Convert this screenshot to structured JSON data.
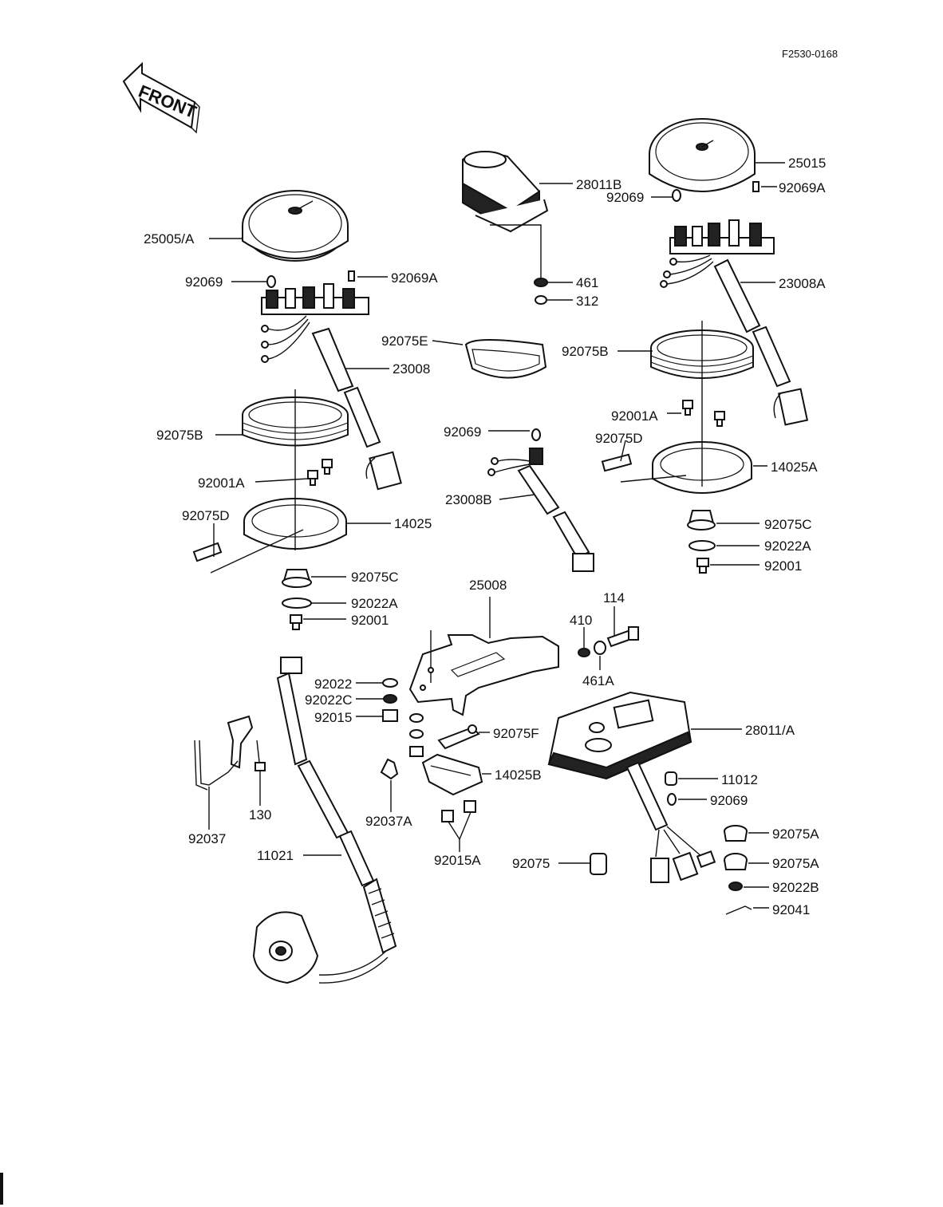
{
  "drawing_code": "F2530-0168",
  "front_arrow": {
    "text": "FRONT",
    "icon": "front-arrow-icon"
  },
  "labels": {
    "p28011B": "28011B",
    "p461": "461",
    "p312": "312",
    "p92075E": "92075E",
    "p25015": "25015",
    "p92069_r": "92069",
    "p92069A_r": "92069A",
    "p23008A": "23008A",
    "p92075B_r": "92075B",
    "p92001A_r": "92001A",
    "p92075D_r": "92075D",
    "p14025A": "14025A",
    "p92075C_r": "92075C",
    "p92022A_r": "92022A",
    "p92001_r": "92001",
    "p25005A": "25005/A",
    "p92069_l": "92069",
    "p92069A_l": "92069A",
    "p23008": "23008",
    "p92075B_l": "92075B",
    "p92001A_l": "92001A",
    "p92075D_l": "92075D",
    "p14025": "14025",
    "p92075C_l": "92075C",
    "p92022A_l": "92022A",
    "p92001_l": "92001",
    "p92069_m": "92069",
    "p23008B": "23008B",
    "p25008": "25008",
    "p114": "114",
    "p410": "410",
    "p461A": "461A",
    "p92022": "92022",
    "p92022C": "92022C",
    "p92015": "92015",
    "p92075F": "92075F",
    "p14025B": "14025B",
    "p92037A": "92037A",
    "p92015A": "92015A",
    "p28011A": "28011/A",
    "p11012": "11012",
    "p92069_b": "92069",
    "p92075A_1": "92075A",
    "p92075A_2": "92075A",
    "p92075": "92075",
    "p92022B": "92022B",
    "p92041": "92041",
    "p130": "130",
    "p92037": "92037",
    "p11021": "11021"
  }
}
